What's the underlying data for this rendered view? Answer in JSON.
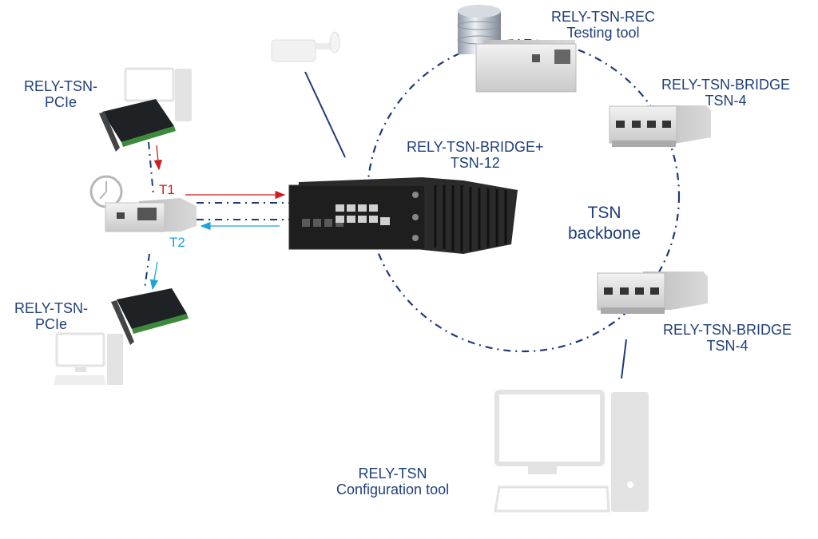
{
  "diagram": {
    "colors": {
      "label": "#1f3f7a",
      "link": "#1f3a78",
      "t1": "#d01c1f",
      "t2": "#1aa3de",
      "pc_gray": "#e3e3e3"
    },
    "ring_label": {
      "line1": "TSN",
      "line2": "backbone"
    },
    "nodes": {
      "pcie_top": {
        "line1": "RELY-TSN-",
        "line2": "PCIe"
      },
      "pcie_bottom": {
        "line1": "RELY-TSN-",
        "line2": "PCIe"
      },
      "rec": {
        "line1": "RELY-TSN-REC",
        "line2": "Testing tool"
      },
      "bridge_plus": {
        "line1": "RELY-TSN-BRIDGE+",
        "line2": "TSN-12"
      },
      "bridge4_top": {
        "line1": "RELY-TSN-BRIDGE",
        "line2": "TSN-4"
      },
      "bridge4_bottom": {
        "line1": "RELY-TSN-BRIDGE",
        "line2": "TSN-4"
      },
      "config": {
        "line1": "RELY-TSN",
        "line2": "Configuration tool"
      }
    },
    "timing": {
      "t1": "T1",
      "t2": "T2"
    },
    "icons": [
      "pc-icon",
      "pcie-card-icon",
      "clock-icon",
      "tsn-device-icon",
      "camera-icon",
      "database-icon",
      "tsn-bridge-12-icon",
      "tsn-bridge-4-icon"
    ]
  }
}
